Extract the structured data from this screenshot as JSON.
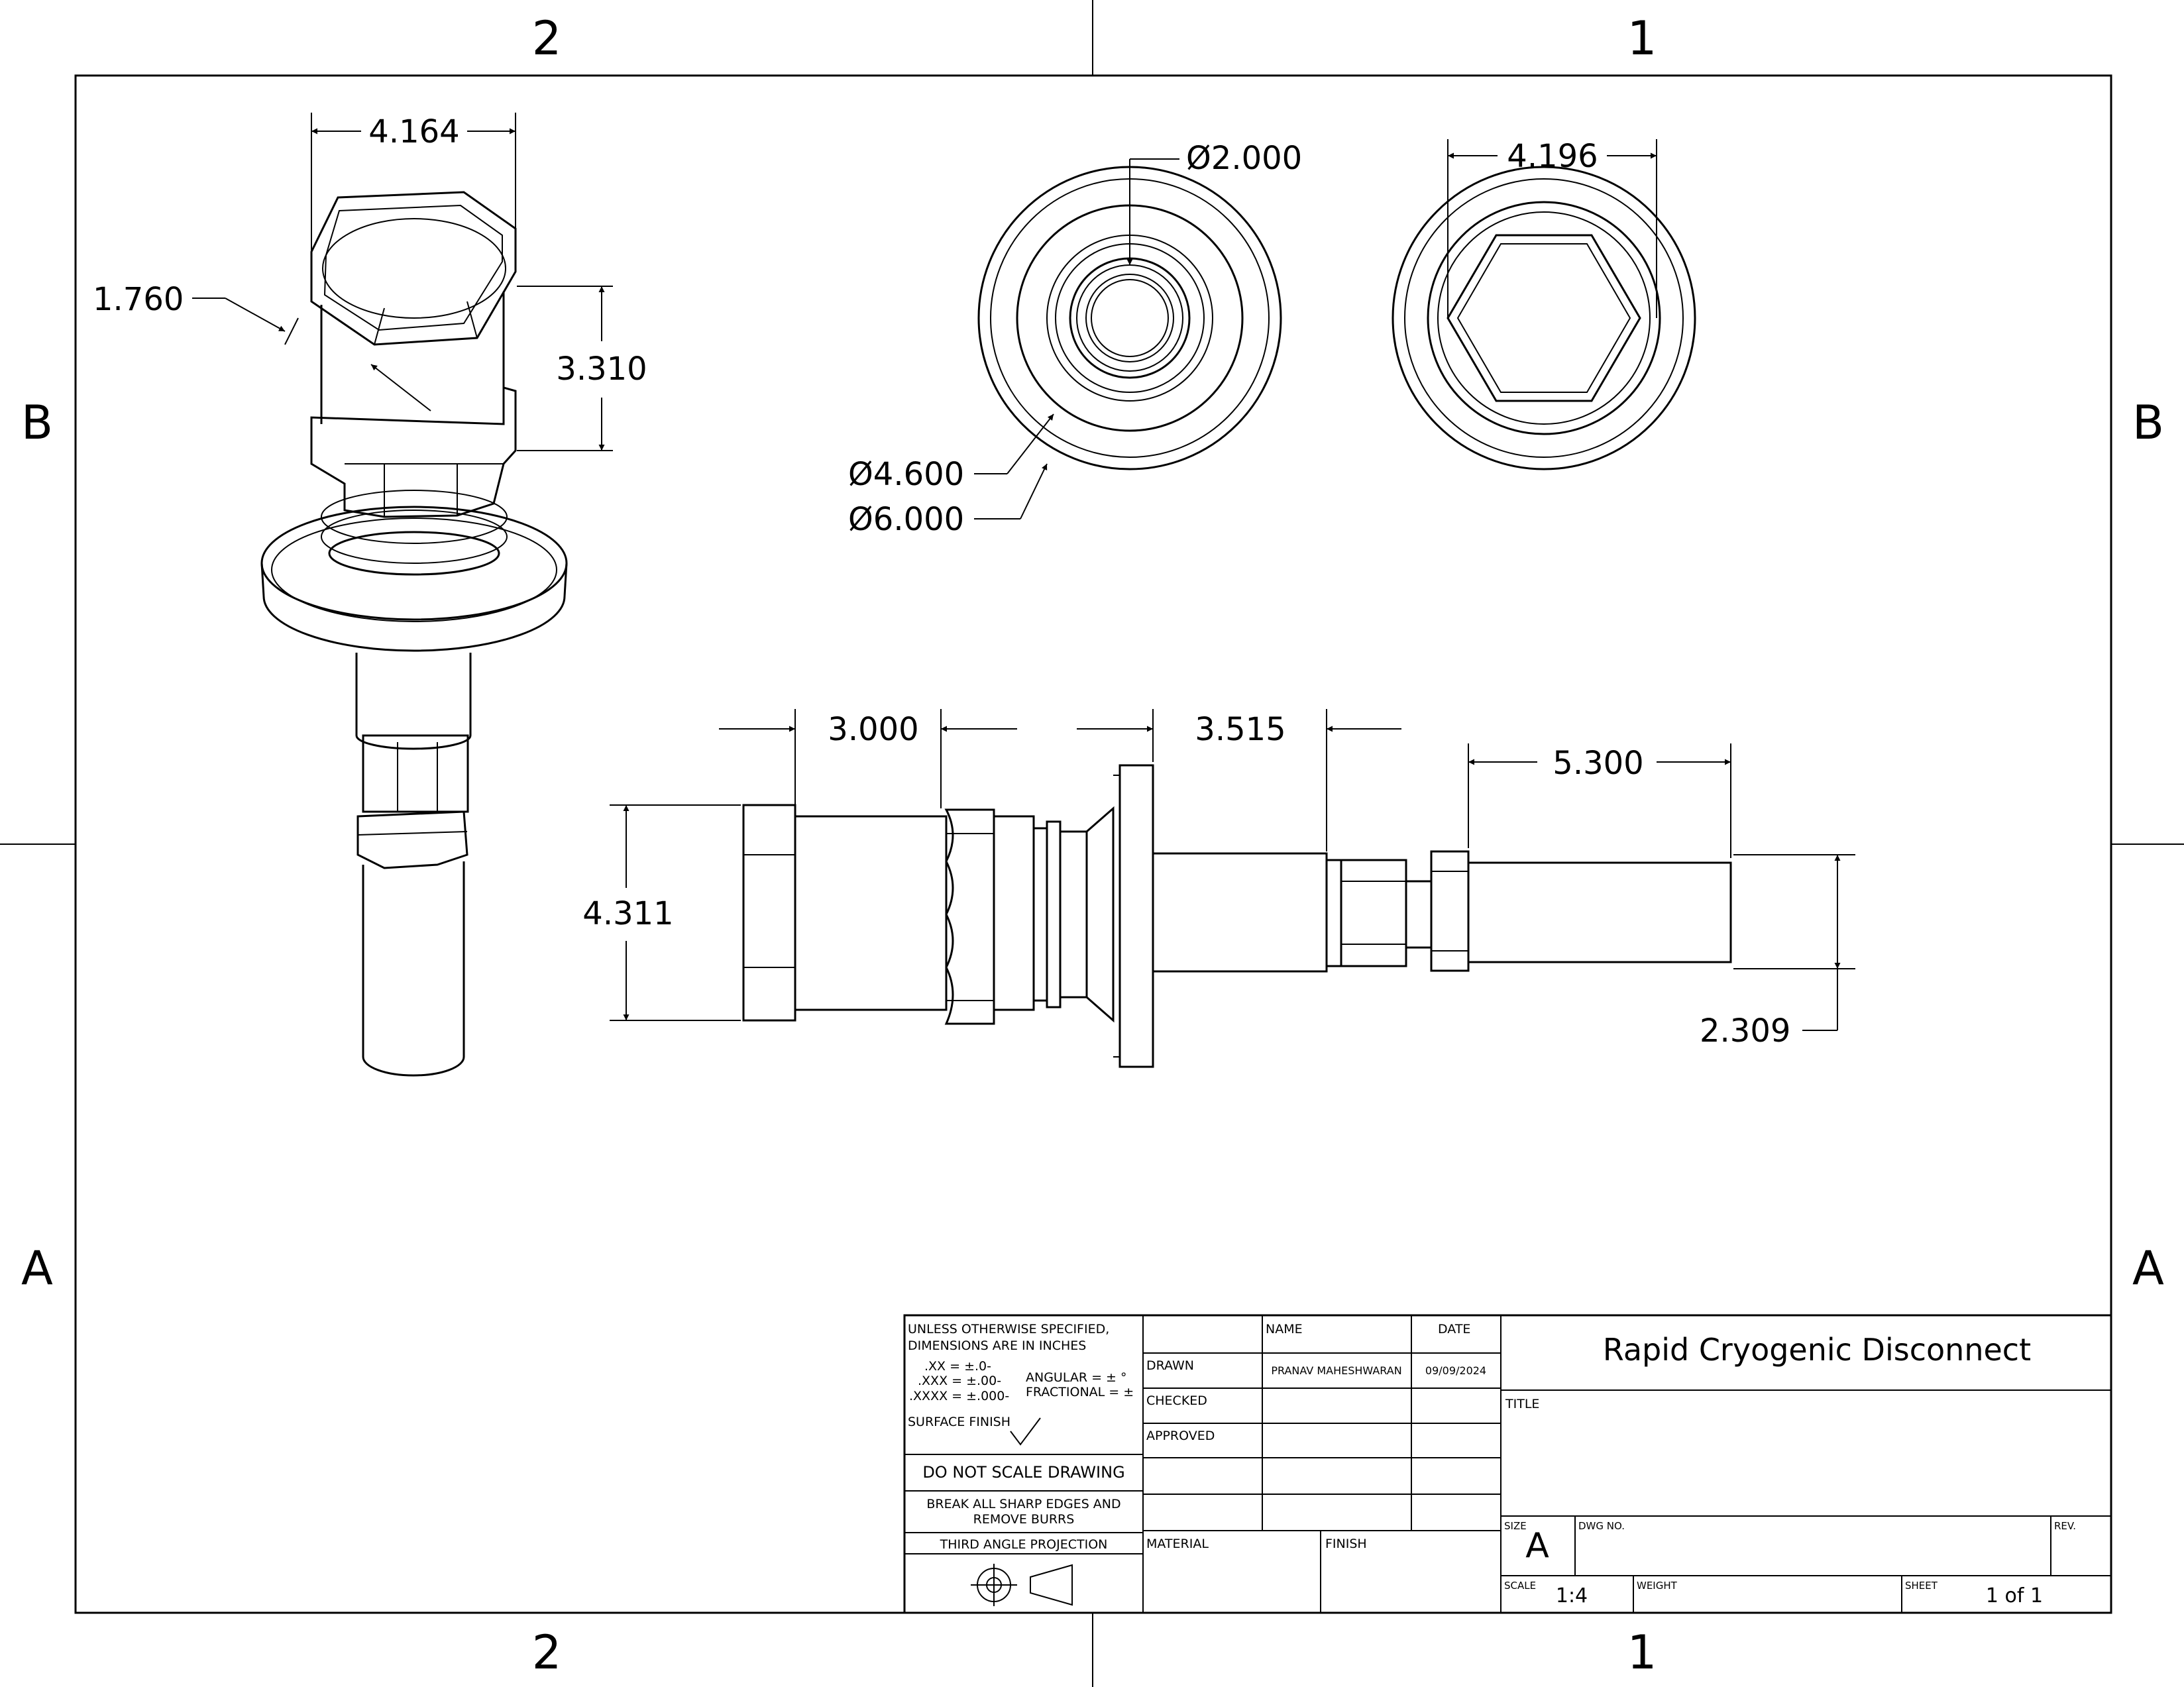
{
  "zones": {
    "top_left": "2",
    "top_right": "1",
    "bottom_left": "2",
    "bottom_right": "1",
    "left_upper": "B",
    "left_lower": "A",
    "right_upper": "B",
    "right_lower": "A"
  },
  "dimensions": {
    "d_4164": "4.164",
    "d_1760": "1.760",
    "d_3310": "3.310",
    "d_dia2000": "Ø2.000",
    "d_dia4600": "Ø4.600",
    "d_dia6000": "Ø6.000",
    "d_4196": "4.196",
    "d_3000": "3.000",
    "d_3515": "3.515",
    "d_5300": "5.300",
    "d_4311": "4.311",
    "d_2309": "2.309"
  },
  "title_block": {
    "tolerance_note_1": "UNLESS OTHERWISE SPECIFIED,",
    "tolerance_note_2": "DIMENSIONS ARE IN INCHES",
    "tol_xx": ".XX = ±.0-",
    "tol_xxx": ".XXX = ±.00-",
    "tol_xxxx": ".XXXX = ±.000-",
    "tol_angular": "ANGULAR = ± °",
    "tol_fractional": "FRACTIONAL = ±",
    "surface_finish": "SURFACE FINISH",
    "do_not_scale": "DO NOT SCALE DRAWING",
    "break_edges_1": "BREAK ALL SHARP EDGES AND",
    "break_edges_2": "REMOVE BURRS",
    "projection": "THIRD ANGLE PROJECTION",
    "col_name": "NAME",
    "col_date": "DATE",
    "row_drawn": "DRAWN",
    "row_checked": "CHECKED",
    "row_approved": "APPROVED",
    "drawn_name": "PRANAV MAHESHWARAN",
    "drawn_date": "09/09/2024",
    "material": "MATERIAL",
    "finish": "FINISH",
    "company_title": "Rapid Cryogenic Disconnect",
    "title_label": "TITLE",
    "size_label": "SIZE",
    "size_value": "A",
    "dwg_no_label": "DWG NO.",
    "rev_label": "REV.",
    "scale_label": "SCALE",
    "scale_value": "1:4",
    "weight_label": "WEIGHT",
    "sheet_label": "SHEET",
    "sheet_value": "1 of 1"
  }
}
